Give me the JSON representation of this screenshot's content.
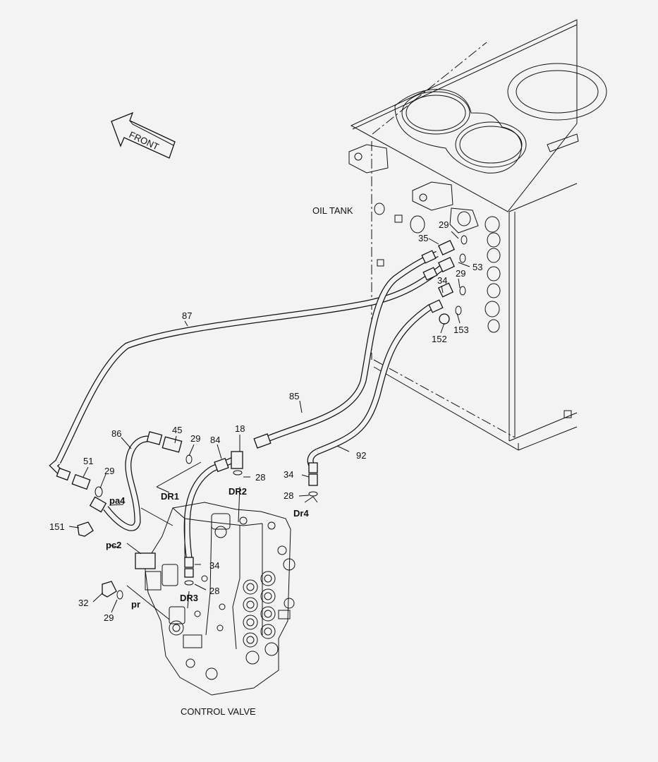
{
  "captions": {
    "front": "FRONT",
    "oil_tank": "OIL TANK",
    "control_valve": "CONTROL VALVE"
  },
  "part_numbers": {
    "p87": "87",
    "p85": "85",
    "p92": "92",
    "p86": "86",
    "p45": "45",
    "p29_a": "29",
    "p84": "84",
    "p18": "18",
    "p28_a": "28",
    "p51": "51",
    "p29_b": "29",
    "p151": "151",
    "p34_a": "34",
    "p28_b": "28",
    "p32": "32",
    "p29_c": "29",
    "p34_b": "34",
    "p28_c": "28",
    "p35": "35",
    "p29_d": "29",
    "p53": "53",
    "p29_e": "29",
    "p34_c": "34",
    "p152": "152",
    "p153": "153"
  },
  "port_labels": {
    "dr1": "DR1",
    "dr2": "DR2",
    "dr3": "DR3",
    "dr4": "Dr4",
    "pa4": "pa4",
    "pc2": "pc2",
    "pr": "pr"
  }
}
